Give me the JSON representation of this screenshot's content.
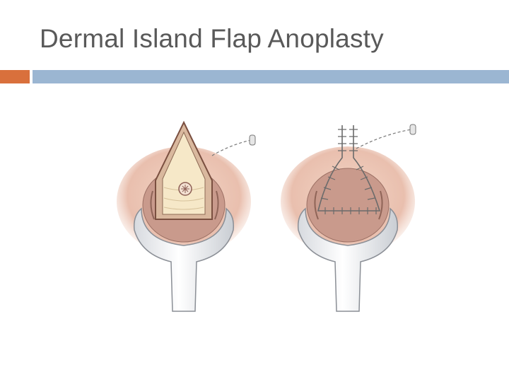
{
  "slide": {
    "title": "Dermal Island Flap Anoplasty",
    "colors": {
      "accent_bar": "#d9703c",
      "main_bar": "#9bb6d2",
      "title_text": "#595959"
    },
    "figure": {
      "panels": [
        "flap-before-suture",
        "flap-after-suture"
      ],
      "icons": [
        "retractor",
        "dermal-island-flap",
        "suture-line",
        "suture-thread"
      ]
    }
  }
}
